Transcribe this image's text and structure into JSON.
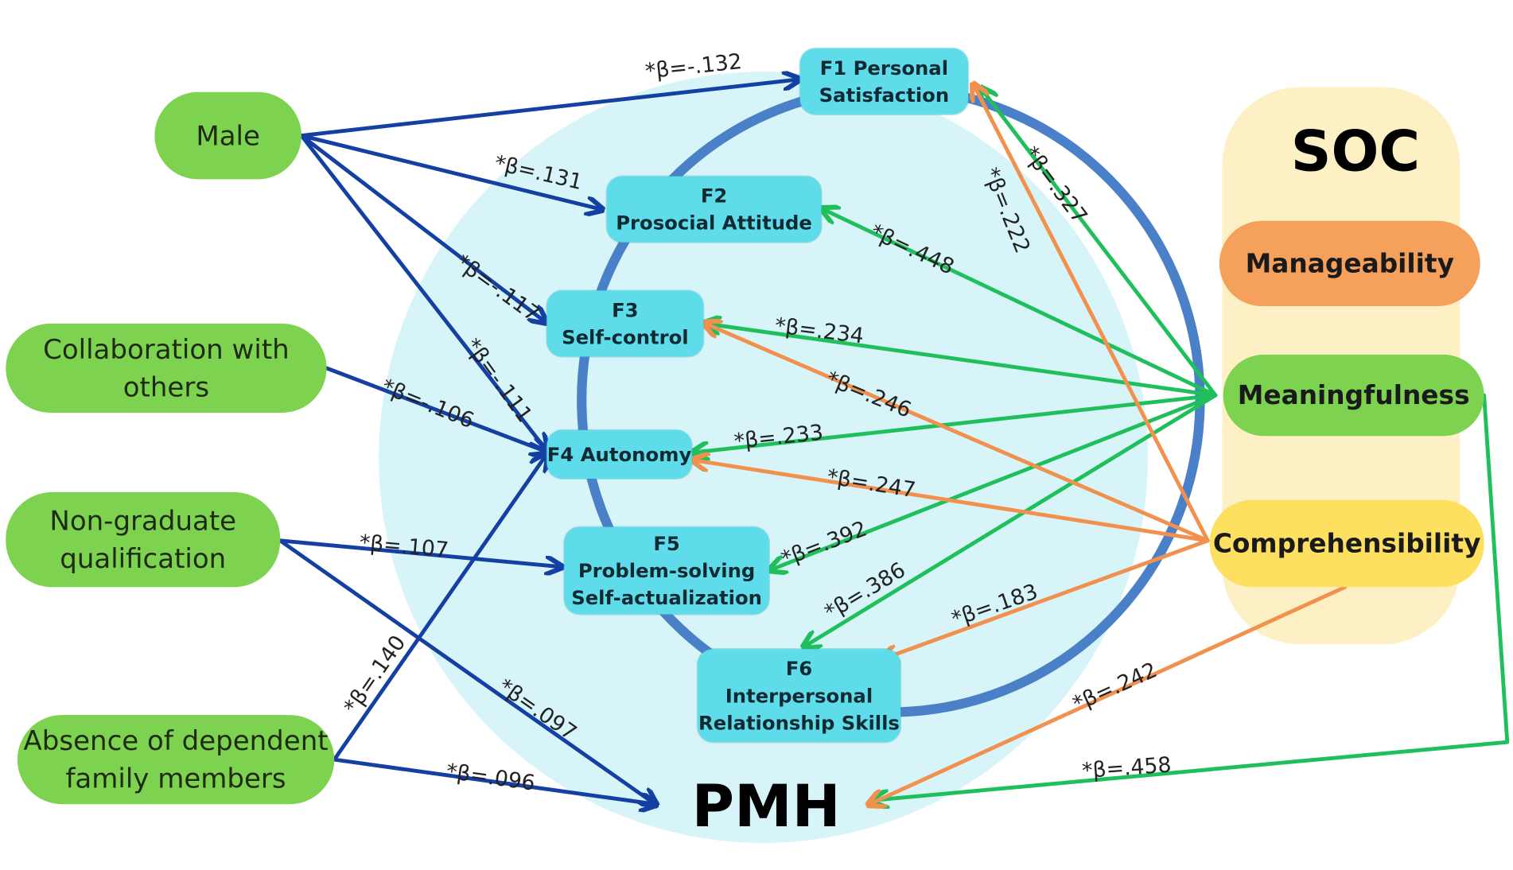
{
  "colors": {
    "predictor_fill": "#7dd34f",
    "factor_fill": "#5fdcea",
    "pmh_circle_fill": "#d7f5f8",
    "ring": "#4a80c8",
    "predictor_arrow": "#143fa3",
    "meaningfulness_arrow": "#1fbf5c",
    "comprehensibility_arrow": "#f2904e",
    "soc_panel": "#fdf0c4",
    "manageability": "#f5a05b",
    "meaningfulness": "#7dd34f",
    "comprehensibility": "#fde060"
  },
  "predictors": {
    "male": "Male",
    "collaboration": [
      "Collaboration with",
      "others"
    ],
    "non_graduate": [
      "Non-graduate",
      "qualification"
    ],
    "absence": [
      "Absence of dependent",
      "family members"
    ]
  },
  "factors": {
    "f1": [
      "F1 Personal",
      "Satisfaction"
    ],
    "f2": [
      "F2",
      "Prosocial Attitude"
    ],
    "f3": [
      "F3",
      "Self-control"
    ],
    "f4": "F4 Autonomy",
    "f5": [
      "F5",
      "Problem-solving",
      "Self-actualization"
    ],
    "f6": [
      "F6",
      "Interpersonal",
      "Relationship Skills"
    ]
  },
  "pmh": "PMH",
  "soc": {
    "title": "SOC",
    "manageability": "Manageability",
    "meaningfulness": "Meaningfulness",
    "comprehensibility": "Comprehensibility"
  },
  "coefficients": {
    "male_f1": "*β=-.132",
    "male_f2": "*β=.131",
    "male_f3": "*β=-.117",
    "male_f4": "*β=-.111",
    "collab_f4": "*β=-.106",
    "nongrad_f5": "*β=.107",
    "nongrad_pmh": "*β=.097",
    "absence_f4": "*β=.140",
    "absence_pmh": "*β=.096",
    "mean_f1": "*β=.327",
    "comp_f1": "*β=.222",
    "mean_f2": "*β=.448",
    "mean_f3": "*β=.234",
    "comp_f3": "*β=.246",
    "mean_f4": "*β=.233",
    "comp_f4": "*β=.247",
    "mean_f5": "*β=.392",
    "mean_f6": "*β=.386",
    "comp_f6": "*β=.183",
    "comp_pmh": "*β=.242",
    "mean_pmh": "*β=.458"
  }
}
